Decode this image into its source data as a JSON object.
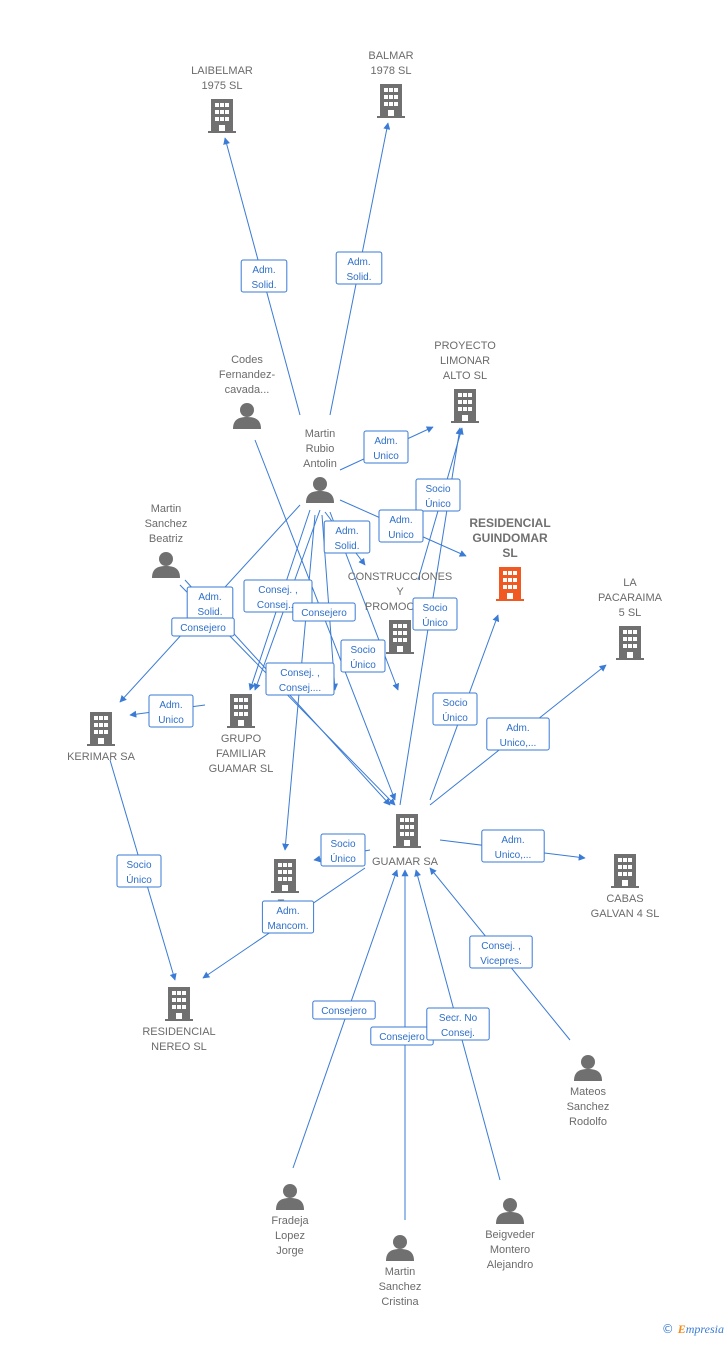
{
  "nodes": [
    {
      "id": "laibelmar",
      "type": "company",
      "label": [
        "LAIBELMAR",
        "1975  SL"
      ]
    },
    {
      "id": "balmar",
      "type": "company",
      "label": [
        "BALMAR",
        "1978  SL"
      ]
    },
    {
      "id": "codes",
      "type": "person",
      "label": [
        "Codes",
        "Fernandez-",
        "cavada..."
      ]
    },
    {
      "id": "proyecto",
      "type": "company",
      "label": [
        "PROYECTO",
        "LIMONAR",
        "ALTO  SL"
      ]
    },
    {
      "id": "martin_rubio",
      "type": "person",
      "label": [
        "Martin",
        "Rubio",
        "Antolin"
      ]
    },
    {
      "id": "martin_sanchez_b",
      "type": "person",
      "label": [
        "Martin",
        "Sanchez",
        "Beatriz"
      ]
    },
    {
      "id": "residencial_guindomar",
      "type": "company",
      "highlight": true,
      "label": [
        "RESIDENCIAL",
        "GUINDOMAR",
        "SL"
      ]
    },
    {
      "id": "la_pacaraima",
      "type": "company",
      "label": [
        "LA",
        "PACARAIMA",
        "5  SL"
      ]
    },
    {
      "id": "construcciones",
      "type": "company",
      "label": [
        "CONSTRUCCIONES",
        "Y",
        "PROMOCIO..."
      ]
    },
    {
      "id": "kerimar",
      "type": "company",
      "label": [
        "KERIMAR SA"
      ]
    },
    {
      "id": "grupo_familiar",
      "type": "company",
      "label": [
        "GRUPO",
        "FAMILIAR",
        "GUAMAR SL"
      ]
    },
    {
      "id": "guamar",
      "type": "company",
      "label": [
        "GUAMAR SA"
      ]
    },
    {
      "id": "t_company",
      "type": "company",
      "label": [
        "T..."
      ]
    },
    {
      "id": "cabas",
      "type": "company",
      "label": [
        "CABAS",
        "GALVAN 4  SL"
      ]
    },
    {
      "id": "residencial_nereo",
      "type": "company",
      "label": [
        "RESIDENCIAL",
        "NEREO  SL"
      ]
    },
    {
      "id": "mateos",
      "type": "person",
      "label": [
        "Mateos",
        "Sanchez",
        "Rodolfo"
      ]
    },
    {
      "id": "fradeja",
      "type": "person",
      "label": [
        "Fradeja",
        "Lopez",
        "Jorge"
      ]
    },
    {
      "id": "beigveder",
      "type": "person",
      "label": [
        "Beigveder",
        "Montero",
        "Alejandro"
      ]
    },
    {
      "id": "martin_sanchez_c",
      "type": "person",
      "label": [
        "Martin",
        "Sanchez",
        "Cristina"
      ]
    }
  ],
  "edge_labels": [
    [
      "Adm.",
      "Solid."
    ],
    [
      "Adm.",
      "Solid."
    ],
    [
      "Adm.",
      "Unico"
    ],
    [
      "Socio",
      "Único"
    ],
    [
      "Adm.",
      "Unico"
    ],
    [
      "Adm.",
      "Solid."
    ],
    [
      "Adm.",
      "Solid."
    ],
    [
      "Consej. ,",
      "Consej...."
    ],
    [
      "Consejero"
    ],
    [
      "Consejero"
    ],
    [
      "Socio",
      "Único"
    ],
    [
      "Consej. ,",
      "Consej...."
    ],
    [
      "Adm.",
      "Unico"
    ],
    [
      "Socio",
      "Único"
    ],
    [
      "Socio",
      "Único"
    ],
    [
      "Adm.",
      "Unico,..."
    ],
    [
      "Socio",
      "Único"
    ],
    [
      "Socio",
      "Único"
    ],
    [
      "Adm.",
      "Mancom."
    ],
    [
      "Adm.",
      "Unico,..."
    ],
    [
      "Consej. ,",
      "Vicepres."
    ],
    [
      "Consejero"
    ],
    [
      "Consejero"
    ],
    [
      "Secr.  No",
      "Consej."
    ]
  ],
  "colors": {
    "edge": "#3a7bd5",
    "node": "#707070",
    "highlight": "#f05a22"
  },
  "brand": {
    "copyright": "©",
    "name_initial": "E",
    "name_rest": "mpresia"
  }
}
